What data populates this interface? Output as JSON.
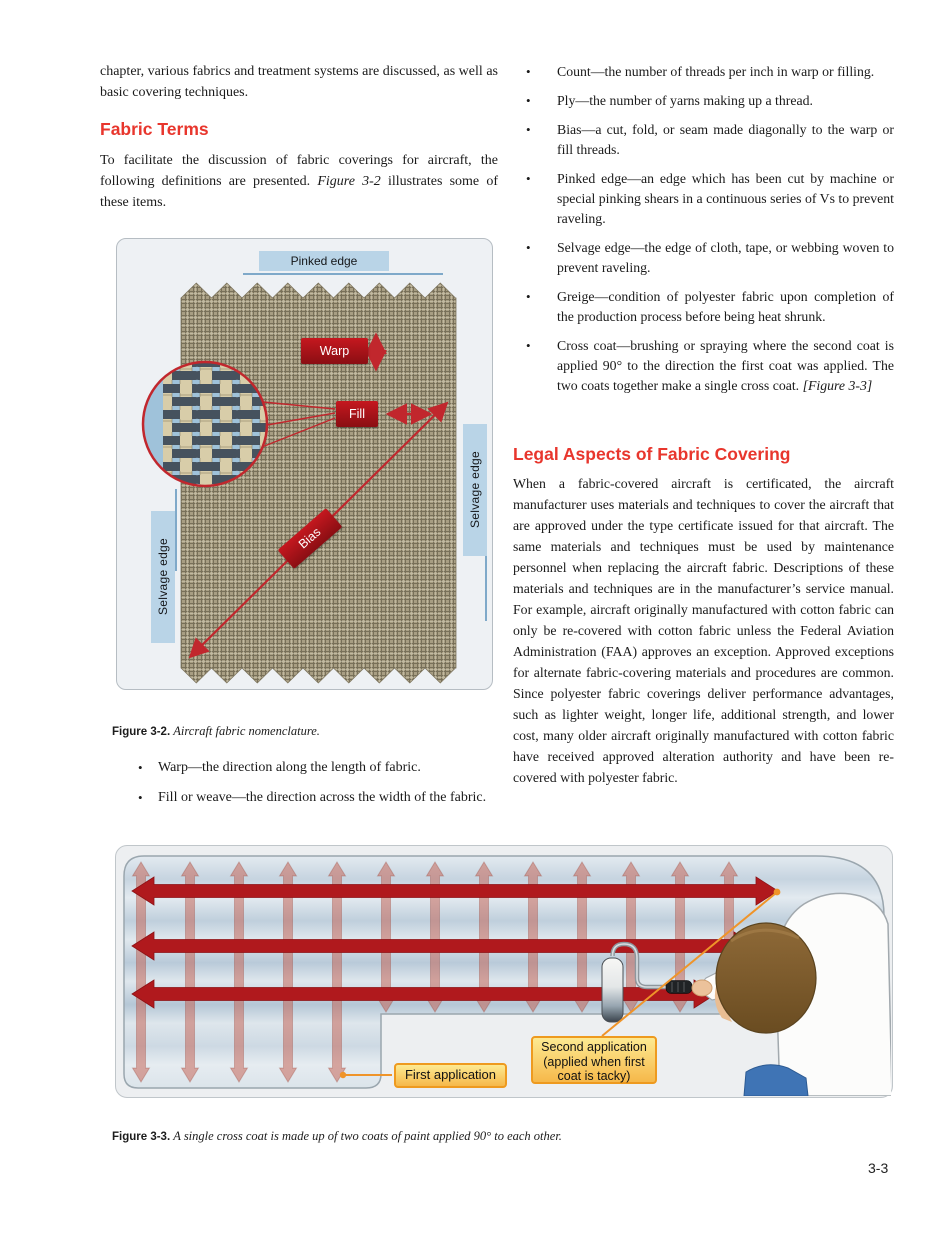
{
  "page": {
    "number": "3-3"
  },
  "ui": {
    "bullet": "•"
  },
  "colors": {
    "heading_red": "#e8362d",
    "label_red": "#a51319",
    "diagram_blue": "#b9d4e7",
    "fabric_tan": "#a89e83",
    "arrow_red": "#b0191d",
    "leader_orange": "#ef9429",
    "label_yellow_border": "#ee9a1f"
  },
  "left": {
    "intro": "chapter, various fabrics and treatment systems are discussed, as well as basic covering techniques.",
    "fabric_terms_heading": "Fabric Terms",
    "fabric_terms_para": [
      "To facilitate the discussion of fabric coverings for aircraft, the following definitions are presented. ",
      "Figure 3-2",
      " illustrates some of these items."
    ],
    "bullets": [
      "Warp—the direction along the length of fabric.",
      "Fill or weave—the direction across the width of the fabric."
    ]
  },
  "right": {
    "bullets": [
      "Count—the number of threads per inch in warp or filling.",
      "Ply—the number of yarns making up a thread.",
      "Bias—a cut, fold, or seam made diagonally to the warp or fill threads.",
      "Pinked edge—an edge which has been cut by machine or special pinking shears in a continuous series of Vs to prevent raveling.",
      "Selvage edge—the edge of cloth, tape, or webbing woven to prevent raveling.",
      "Greige—condition of polyester fabric upon completion of the production process before being heat shrunk.",
      "Cross coat—brushing or spraying where the second coat is applied 90° to the direction the first coat was applied. The two coats together make a single cross coat."
    ],
    "bullet7_ref": "[Figure 3-3]",
    "legal_heading": "Legal Aspects of Fabric Covering",
    "legal_para": "When a fabric-covered aircraft is certificated, the aircraft manufacturer uses materials and techniques to cover the aircraft that are approved under the type certificate issued for that aircraft. The same materials and techniques must be used by maintenance personnel when replacing the aircraft fabric. Descriptions of these materials and techniques are in the manufacturer’s service manual. For example, aircraft originally manufactured with cotton fabric can only be re-covered with cotton fabric unless the Federal Aviation Administration (FAA) approves an exception. Approved exceptions for alternate fabric-covering materials and procedures are common. Since polyester fabric coverings deliver performance advantages, such as lighter weight, longer life, additional strength, and lower cost, many older aircraft originally manufactured with cotton fabric have received approved alteration authority and have been re-covered with polyester fabric."
  },
  "figure2": {
    "labels": {
      "pinked": "Pinked edge",
      "warp": "Warp",
      "fill": "Fill",
      "bias": "Bias",
      "selvage_left": "Selvage edge",
      "selvage_right": "Selvage edge"
    },
    "caption_label": "Figure 3-2.",
    "caption_text": "Aircraft fabric nomenclature."
  },
  "figure3": {
    "first_label": "First application",
    "second_label_lines": [
      "Second application",
      "(applied when first",
      "coat is tacky)"
    ],
    "caption_label": "Figure 3-3.",
    "caption_text": "A single cross coat is made up of two coats of paint applied 90° to each other."
  }
}
